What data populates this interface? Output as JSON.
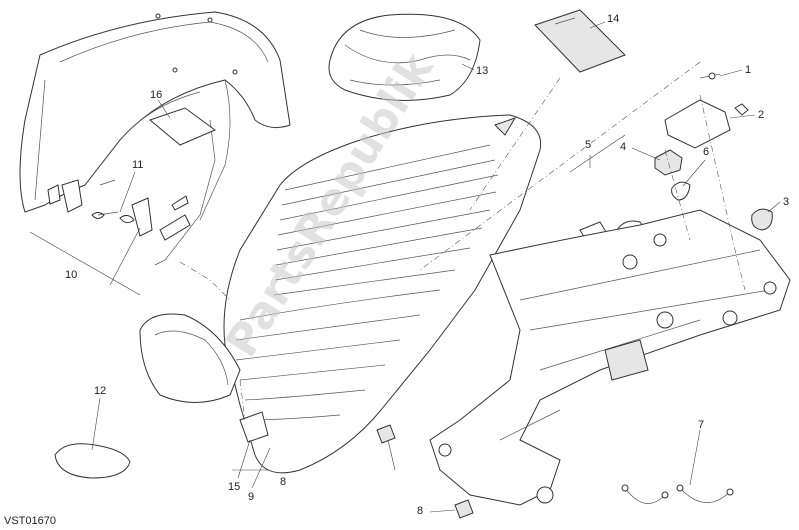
{
  "diagram": {
    "code": "VST01670",
    "watermark": "PartsRepublik",
    "callouts": {
      "c1": "1",
      "c2": "2",
      "c3": "3",
      "c4": "4",
      "c5": "5",
      "c6": "6",
      "c7": "7",
      "c8a": "8",
      "c8b": "8",
      "c9": "9",
      "c10": "10",
      "c11": "11",
      "c12": "12",
      "c13": "13",
      "c14": "14",
      "c15": "15",
      "c16": "16"
    }
  }
}
